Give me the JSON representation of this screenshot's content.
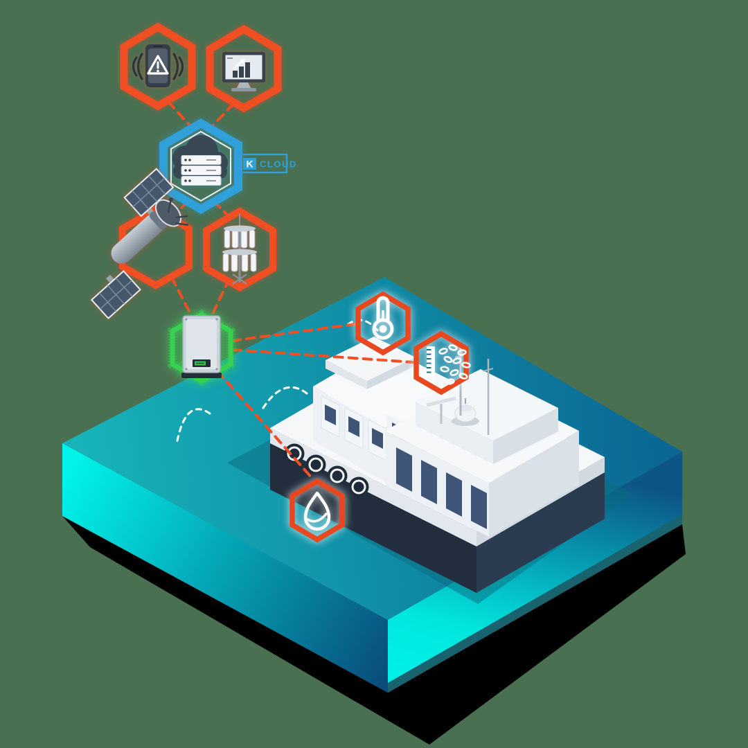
{
  "logo": {
    "k_letter": "K",
    "cloud_text": "CLOUD",
    "color": "#2FA0D9"
  },
  "palette": {
    "background": "#4A7052",
    "hex_orange": "#F04E23",
    "hex_blue": "#2FA0D9",
    "hex_green": "#35D14F",
    "water_top_left": "#17B3B8",
    "water_top_right": "#0A6392",
    "water_side_cyan": "#00F0E8",
    "water_side_blue": "#0A4C7B",
    "hull_navy": "#222E3D",
    "window_slate": "#3E5578",
    "ground_shadow": "#000000",
    "line_dash_orange": "#F04E23",
    "signal_arc_white": "#FFFFFF"
  },
  "nodes": [
    {
      "id": "alert-phone",
      "icon": "phone-alert-icon",
      "ring": "orange"
    },
    {
      "id": "dashboard-monitor",
      "icon": "monitor-chart-icon",
      "ring": "orange"
    },
    {
      "id": "cloud-server",
      "icon": "cloud-server-icon",
      "ring": "blue",
      "label": "K CLOUD"
    },
    {
      "id": "satellite",
      "icon": "satellite-icon",
      "ring": "orange"
    },
    {
      "id": "cell-tower",
      "icon": "cell-tower-icon",
      "ring": "orange"
    },
    {
      "id": "iot-gateway",
      "icon": "gateway-device-icon",
      "ring": "green"
    },
    {
      "id": "temperature-sensor",
      "icon": "thermometer-icon",
      "ring": "orange"
    },
    {
      "id": "biomass-sensor",
      "icon": "ruler-organisms-icon",
      "ring": "orange"
    },
    {
      "id": "water-quality-sensor",
      "icon": "water-drop-icon",
      "ring": "orange"
    }
  ],
  "connections": [
    [
      "alert-phone",
      "cloud-server"
    ],
    [
      "dashboard-monitor",
      "cloud-server"
    ],
    [
      "cloud-server",
      "satellite"
    ],
    [
      "cloud-server",
      "cell-tower"
    ],
    [
      "satellite",
      "iot-gateway"
    ],
    [
      "cell-tower",
      "iot-gateway"
    ],
    [
      "iot-gateway",
      "temperature-sensor"
    ],
    [
      "iot-gateway",
      "biomass-sensor"
    ],
    [
      "iot-gateway",
      "water-quality-sensor"
    ]
  ],
  "scene": {
    "vessel": "isometric-ship",
    "sea": "isometric-water-block"
  }
}
